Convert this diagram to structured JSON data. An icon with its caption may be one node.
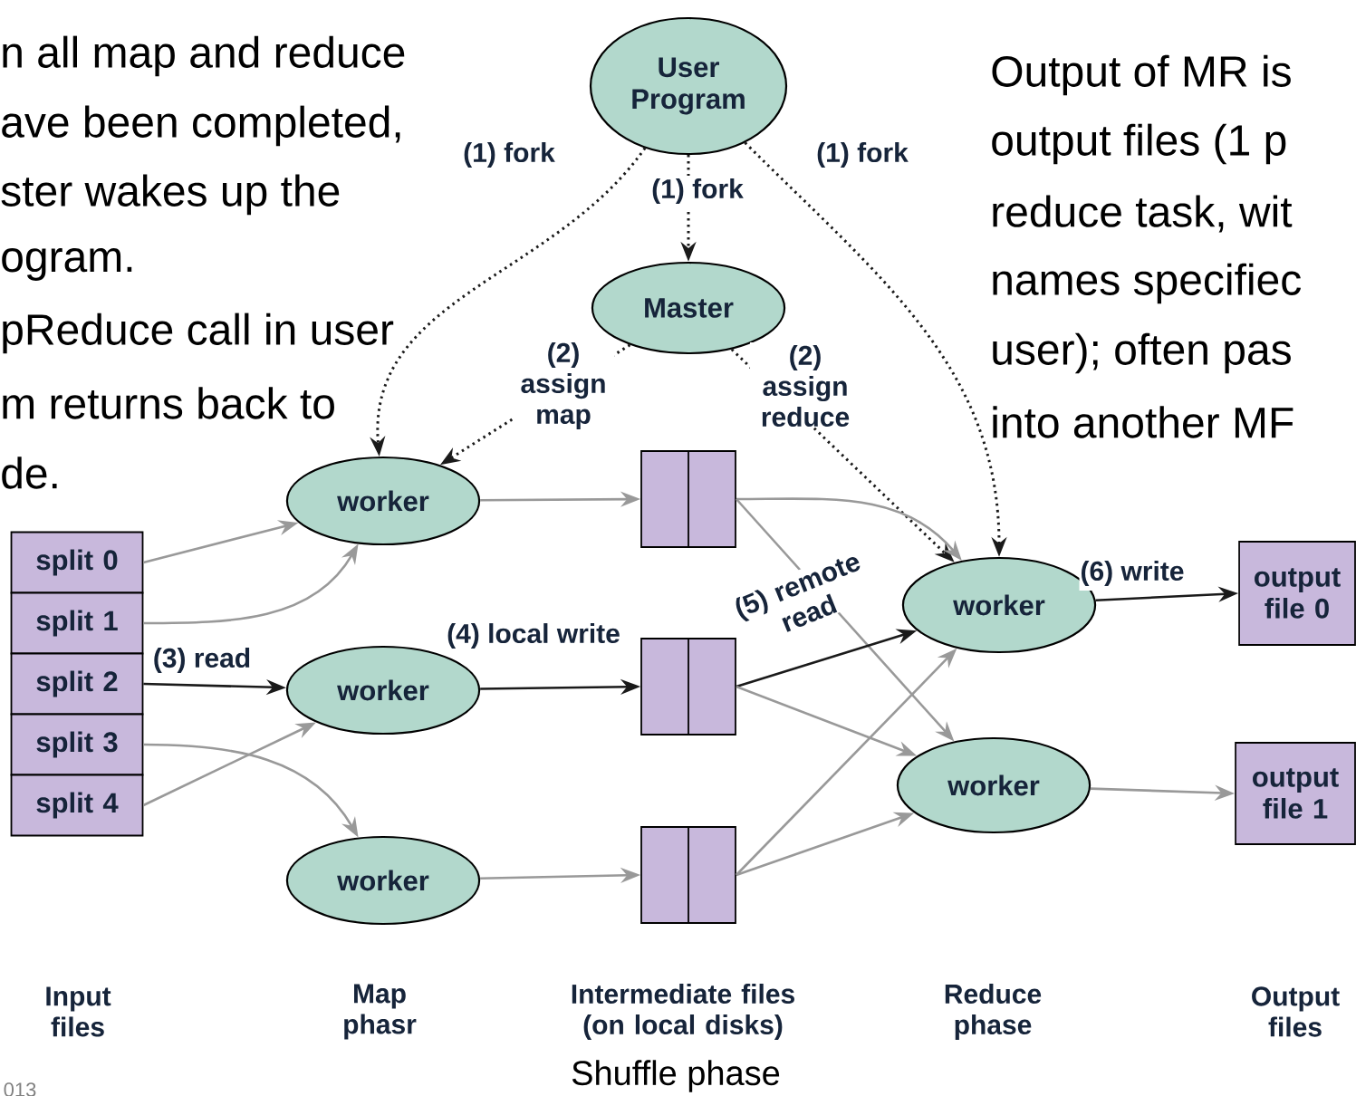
{
  "diagram": {
    "nodes": [
      {
        "text": [
          "User Program"
        ]
      },
      {
        "text": [
          "Master"
        ]
      },
      {
        "text": [
          "worker"
        ]
      },
      {
        "text": [
          "worker"
        ]
      },
      {
        "text": [
          "worker"
        ]
      },
      {
        "text": [
          "split 0"
        ]
      },
      {
        "text": [
          "split 1"
        ]
      },
      {
        "text": [
          "split 2"
        ]
      },
      {
        "text": [
          "split 3"
        ]
      },
      {
        "text": [
          "split 4"
        ]
      },
      {
        "text": [],
        "shape": "box"
      },
      {
        "text": [],
        "shape": "box"
      },
      {
        "text": [],
        "shape": "box"
      },
      {
        "text": [
          "worker"
        ]
      },
      {
        "text": [
          "worker"
        ]
      },
      {
        "text": [
          "output file 0"
        ]
      },
      {
        "text": [
          "output file 1"
        ]
      }
    ],
    "edges": [
      {
        "from": 0,
        "to": 2,
        "arrow": "to",
        "label": "(1) fork",
        "style": "dashed",
        "color": "#1a1a1a"
      },
      {
        "from": 0,
        "to": 1,
        "arrow": "to",
        "label": "(1) fork",
        "style": "dashed",
        "color": "#1a1a1a"
      },
      {
        "from": 0,
        "to": 13,
        "arrow": "to",
        "label": "(1) fork",
        "style": "dashed",
        "color": "#1a1a1a"
      },
      {
        "from": 1,
        "to": 2,
        "arrow": "to",
        "label": "(2) assign map",
        "style": "dashed",
        "color": "#1a1a1a"
      },
      {
        "from": 1,
        "to": 13,
        "arrow": "to",
        "label": "(2) assign reduce",
        "style": "dashed",
        "color": "#1a1a1a"
      },
      {
        "from": 5,
        "to": 2,
        "arrow": "to"
      },
      {
        "from": 6,
        "to": 2,
        "arrow": "to"
      },
      {
        "from": 7,
        "to": 3,
        "arrow": "to",
        "label": "(3) read",
        "color": "#1a1a1a"
      },
      {
        "from": 8,
        "to": 4,
        "arrow": "to"
      },
      {
        "from": 9,
        "to": 3,
        "arrow": "to"
      },
      {
        "from": 2,
        "to": 10,
        "arrow": "to"
      },
      {
        "from": 3,
        "to": 11,
        "arrow": "to",
        "label": "(4) local write",
        "color": "#1a1a1a"
      },
      {
        "from": 4,
        "to": 12,
        "arrow": "to"
      },
      {
        "from": 10,
        "to": 13,
        "arrow": "to"
      },
      {
        "from": 10,
        "to": 14,
        "arrow": "to"
      },
      {
        "from": 11,
        "to": 13,
        "arrow": "to",
        "label": "(5) remote read",
        "color": "#1a1a1a"
      },
      {
        "from": 11,
        "to": 14,
        "arrow": "to"
      },
      {
        "from": 12,
        "to": 13,
        "arrow": "to"
      },
      {
        "from": 12,
        "to": 14,
        "arrow": "to"
      },
      {
        "from": 13,
        "to": 15,
        "arrow": "to",
        "label": "(6) write",
        "color": "#1a1a1a"
      },
      {
        "from": 14,
        "to": 16,
        "arrow": "to"
      }
    ],
    "labels": [
      "n all map and reduce",
      "ave been completed,",
      "ster wakes up the",
      "ogram.",
      "pReduce call in user",
      "m returns back to",
      "de.",
      "Output of MR is",
      "output files (1 p",
      "reduce task, wit",
      "names specifiec",
      "user); often pas",
      "into another MF",
      "Input files",
      "Map phasr",
      "Intermediate files (on local disks)",
      "Reduce phase",
      "Output files",
      "Shuffle phase",
      "013"
    ]
  }
}
